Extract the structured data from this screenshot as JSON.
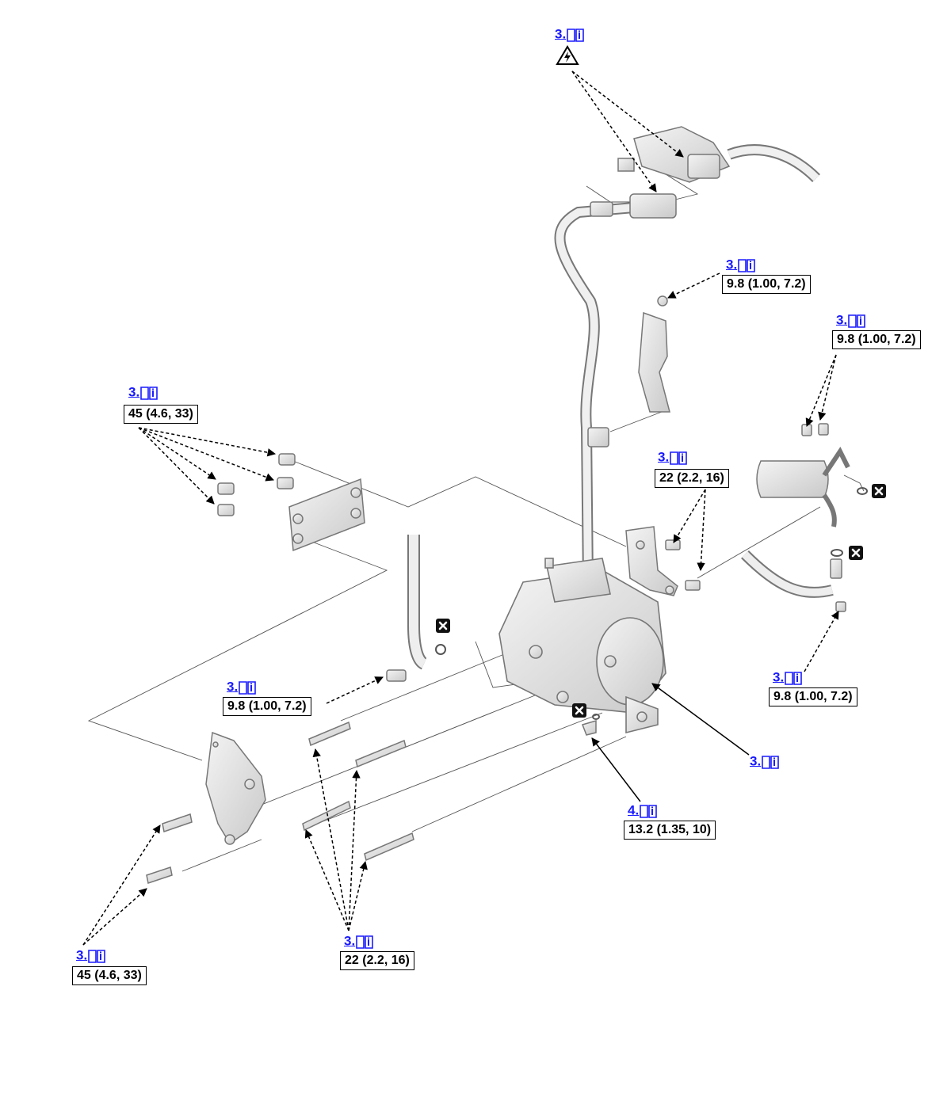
{
  "callouts": {
    "warning": {
      "ref": "3."
    },
    "bracket_bolt_top": {
      "ref": "3.",
      "torque": "9.8 (1.00, 7.2)"
    },
    "pipe_bolts_right": {
      "ref": "3.",
      "torque": "9.8 (1.00, 7.2)"
    },
    "mount_bolts_upper_left": {
      "ref": "3.",
      "torque": "45 (4.6, 33)"
    },
    "bracket_bolts_mid": {
      "ref": "3.",
      "torque": "22 (2.2, 16)"
    },
    "hose_bolt_left": {
      "ref": "3.",
      "torque": "9.8 (1.00, 7.2)"
    },
    "nut_lower_right": {
      "ref": "3.",
      "torque": "9.8 (1.00, 7.2)"
    },
    "compressor": {
      "ref": "3."
    },
    "drain_plug": {
      "ref": "4.",
      "torque": "13.2 (1.35, 10)"
    },
    "mount_bolts_lower_left": {
      "ref": "3.",
      "torque": "45 (4.6, 33)"
    },
    "long_bolts_bottom": {
      "ref": "3.",
      "torque": "22 (2.2, 16)"
    }
  },
  "icons": {
    "reference": "book-info-icon",
    "warning": "high-voltage-warning-icon",
    "replace": "replace-part-icon"
  },
  "colors": {
    "link": "#1a1aff",
    "line": "#000000",
    "part_fill": "#e6e6e6",
    "part_stroke": "#777777"
  }
}
